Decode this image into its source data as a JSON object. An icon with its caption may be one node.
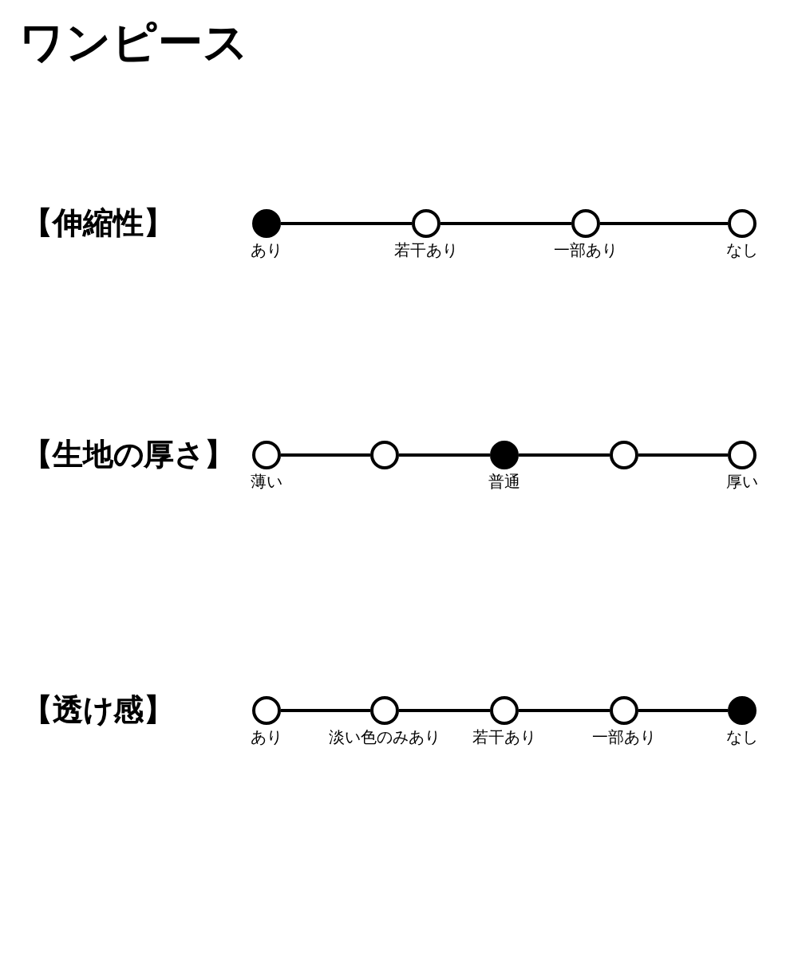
{
  "diagram": {
    "title": "ワンピース",
    "nodes": [
      {
        "text": [],
        "shape": "dot",
        "beside": [
          "あり"
        ]
      },
      {
        "text": [],
        "shape": "circle",
        "beside": [
          "若干あり"
        ]
      },
      {
        "text": [],
        "shape": "circle",
        "beside": [
          "一部あり"
        ]
      },
      {
        "text": [],
        "shape": "circle",
        "beside": [
          "なし"
        ]
      },
      {
        "text": [],
        "shape": "circle",
        "beside": [
          "薄い"
        ]
      },
      {
        "text": [],
        "shape": "circle"
      },
      {
        "text": [],
        "shape": "dot",
        "beside": [
          "普通"
        ]
      },
      {
        "text": [],
        "shape": "circle"
      },
      {
        "text": [],
        "shape": "circle",
        "beside": [
          "厚い"
        ]
      },
      {
        "text": [],
        "shape": "circle",
        "beside": [
          "あり"
        ]
      },
      {
        "text": [],
        "shape": "circle",
        "beside": [
          "淡い色のみあり"
        ]
      },
      {
        "text": [],
        "shape": "circle",
        "beside": [
          "若干あり"
        ]
      },
      {
        "text": [],
        "shape": "circle",
        "beside": [
          "一部あり"
        ]
      },
      {
        "text": [],
        "shape": "dot",
        "beside": [
          "なし"
        ]
      }
    ],
    "edges": [
      {
        "from": 0,
        "to": 1,
        "arrow": "none"
      },
      {
        "from": 1,
        "to": 2,
        "arrow": "none"
      },
      {
        "from": 2,
        "to": 3,
        "arrow": "none"
      },
      {
        "from": 4,
        "to": 5,
        "arrow": "none"
      },
      {
        "from": 5,
        "to": 6,
        "arrow": "none"
      },
      {
        "from": 6,
        "to": 7,
        "arrow": "none"
      },
      {
        "from": 7,
        "to": 8,
        "arrow": "none"
      },
      {
        "from": 9,
        "to": 10,
        "arrow": "none"
      },
      {
        "from": 10,
        "to": 11,
        "arrow": "none"
      },
      {
        "from": 11,
        "to": 12,
        "arrow": "none"
      },
      {
        "from": 12,
        "to": 13,
        "arrow": "none"
      }
    ],
    "labels": [
      "【伸縮性】",
      "【生地の厚さ】",
      "【透け感】"
    ]
  }
}
